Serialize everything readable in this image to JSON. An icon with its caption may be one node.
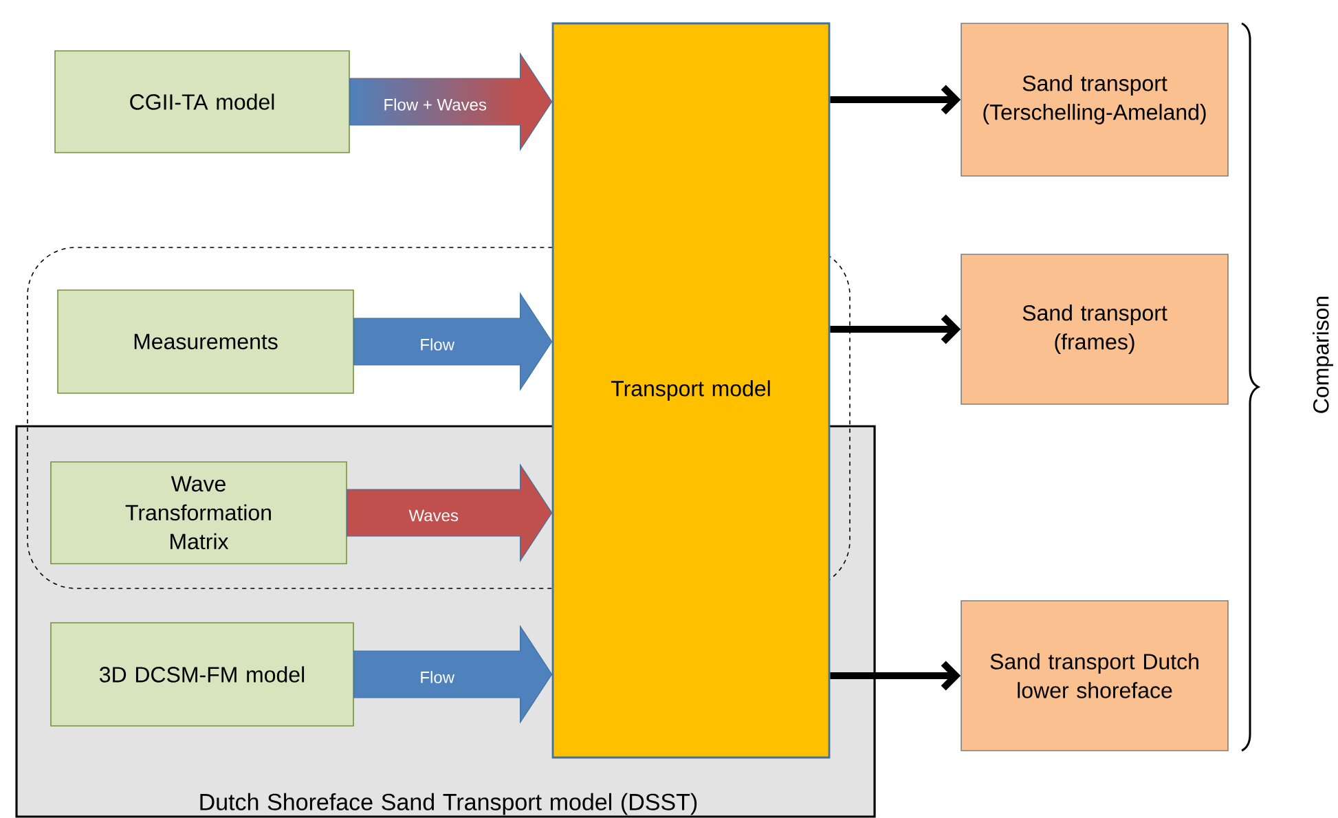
{
  "diagram": {
    "nodes": [
      {
        "text": [
          "CGII-TA model"
        ]
      },
      {
        "text": [
          "Measurements"
        ]
      },
      {
        "text": [
          "Dutch Shoreface Sand Transport model (DSST)"
        ]
      },
      {
        "text": [
          "Wave Transformation Matrix"
        ],
        "in": 2
      },
      {
        "text": [
          "3D DCSM-FM model"
        ],
        "in": 2
      },
      {
        "text": [
          "Transport model"
        ]
      },
      {
        "text": [
          "Sand transport (Terschelling-Ameland)"
        ]
      },
      {
        "text": [
          "Sand transport (frames)"
        ]
      },
      {
        "text": [
          "Sand transport Dutch lower shoreface"
        ]
      }
    ],
    "edges": [
      {
        "from": 0,
        "to": 5,
        "arrow": "to",
        "label": "Flow + Waves",
        "color": "#c0504d"
      },
      {
        "from": 1,
        "to": 5,
        "arrow": "to",
        "label": "Flow",
        "color": "#4f81bd"
      },
      {
        "from": 3,
        "to": 5,
        "arrow": "to",
        "label": "Waves",
        "color": "#c0504d"
      },
      {
        "from": 4,
        "to": 5,
        "arrow": "to",
        "label": "Flow",
        "color": "#4f81bd"
      },
      {
        "from": 5,
        "to": 6,
        "arrow": "to"
      },
      {
        "from": 5,
        "to": 7,
        "arrow": "to"
      },
      {
        "from": 5,
        "to": 8,
        "arrow": "to"
      }
    ],
    "labels": [
      "Comparison"
    ]
  }
}
